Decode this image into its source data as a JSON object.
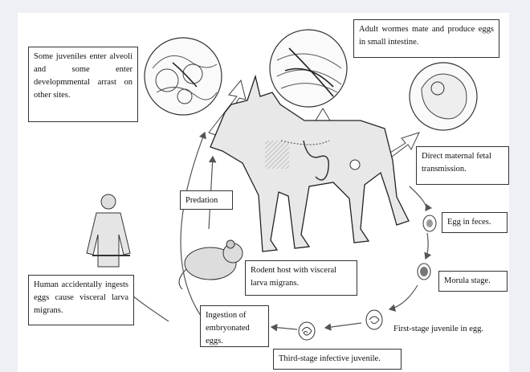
{
  "diagram": {
    "labels": {
      "juveniles_alveoli": "Some juveniles enter alveoli and some enter developmmental arrast on other sites.",
      "adult_worms": "Adult wormes mate and produce eggs in small intestine.",
      "maternal_fetal": "Direct maternal fetal transmission.",
      "predation": "Predation",
      "egg_in_feces": "Egg in feces.",
      "rodent_host": "Rodent host with visceral larva migrans.",
      "morula": "Morula stage.",
      "human_ingests": "Human accidentally ingests eggs cause visceral larva migrans.",
      "ingestion_embryonated": "Ingestion of embryonated eggs.",
      "first_stage": "First-stage juvenile in egg.",
      "third_stage": "Third-stage infective juvenile."
    },
    "illustrations": [
      "lung-alveoli-inset-icon",
      "intestine-worms-inset-icon",
      "fetus-uterus-inset-icon",
      "dog-icon",
      "rodent-icon",
      "human-figure-icon",
      "egg-feces-icon",
      "morula-egg-icon",
      "first-stage-egg-icon",
      "third-stage-juvenile-icon"
    ]
  }
}
